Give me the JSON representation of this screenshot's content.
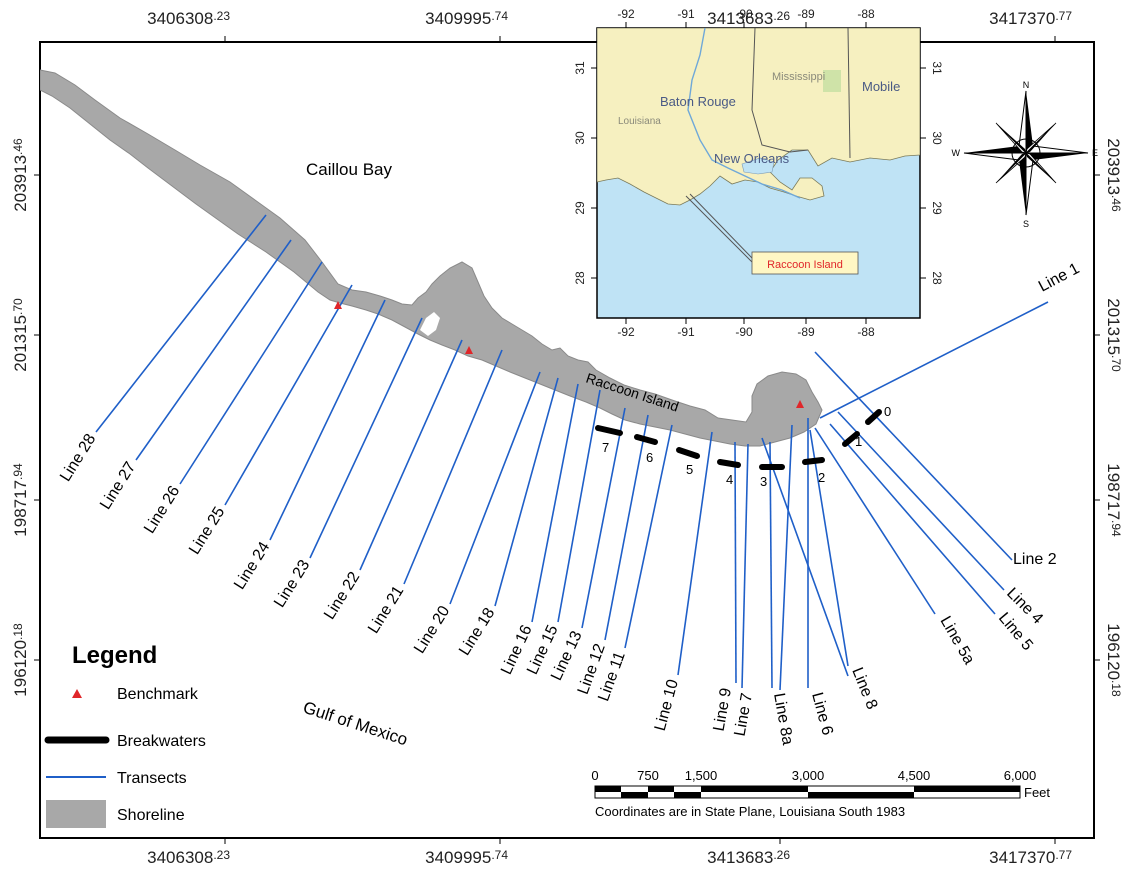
{
  "coords": {
    "top_x": [
      {
        "main": "3406308",
        "sup": ".23"
      },
      {
        "main": "3409995",
        "sup": ".74"
      },
      {
        "main": "3413683",
        "sup": ".26"
      },
      {
        "main": "3417370",
        "sup": ".77"
      }
    ],
    "bottom_x": [
      {
        "main": "3406308",
        "sup": ".23"
      },
      {
        "main": "3409995",
        "sup": ".74"
      },
      {
        "main": "3413683",
        "sup": ".26"
      },
      {
        "main": "3417370",
        "sup": ".77"
      }
    ],
    "left_y": [
      {
        "main": "203913",
        "sup": ".46"
      },
      {
        "main": "201315",
        "sup": ".70"
      },
      {
        "main": "198717",
        "sup": ".94"
      },
      {
        "main": "196120",
        "sup": ".18"
      }
    ],
    "right_y": [
      {
        "main": "203913",
        "sup": ".46"
      },
      {
        "main": "201315",
        "sup": ".70"
      },
      {
        "main": "198717",
        "sup": ".94"
      },
      {
        "main": "196120",
        "sup": ".18"
      }
    ]
  },
  "places": {
    "caillou_bay": "Caillou Bay",
    "gulf": "Gulf of Mexico",
    "island": "Raccoon Island"
  },
  "transects": [
    {
      "label": "Line 28"
    },
    {
      "label": "Line 27"
    },
    {
      "label": "Line 26"
    },
    {
      "label": "Line 25"
    },
    {
      "label": "Line 24"
    },
    {
      "label": "Line 23"
    },
    {
      "label": "Line 22"
    },
    {
      "label": "Line 21"
    },
    {
      "label": "Line 20"
    },
    {
      "label": "Line 18"
    },
    {
      "label": "Line 16"
    },
    {
      "label": "Line 15"
    },
    {
      "label": "Line 13"
    },
    {
      "label": "Line 12"
    },
    {
      "label": "Line 11"
    },
    {
      "label": "Line 10"
    },
    {
      "label": "Line 9"
    },
    {
      "label": "Line 7"
    },
    {
      "label": "Line 8a"
    },
    {
      "label": "Line 6"
    },
    {
      "label": "Line 8"
    },
    {
      "label": "Line 5a"
    },
    {
      "label": "Line 5"
    },
    {
      "label": "Line 4"
    },
    {
      "label": "Line 2"
    },
    {
      "label": "Line 1"
    }
  ],
  "breakwaters": [
    "7",
    "6",
    "5",
    "4",
    "3",
    "2",
    "1",
    "0"
  ],
  "inset": {
    "lon_ticks": [
      "-92",
      "-91",
      "-90",
      "-89",
      "-88"
    ],
    "lat_ticks": [
      "31",
      "30",
      "29",
      "28"
    ],
    "places": {
      "baton_rouge": "Baton Rouge",
      "new_orleans": "New Orleans",
      "mobile": "Mobile",
      "mississippi": "Mississippi",
      "louisiana": "Louisiana",
      "raccoon": "Raccoon Island"
    }
  },
  "compass": {
    "n": "N",
    "s": "S",
    "e": "E",
    "w": "W"
  },
  "legend": {
    "title": "Legend",
    "benchmark": "Benchmark",
    "breakwaters": "Breakwaters",
    "transects": "Transects",
    "shoreline": "Shoreline"
  },
  "scale": {
    "ticks": [
      "0",
      "750",
      "1,500",
      "3,000",
      "4,500",
      "6,000"
    ],
    "unit": "Feet",
    "note": "Coordinates are in State Plane, Louisiana South 1983"
  },
  "colors": {
    "transect": "#1f5fc8",
    "shoreline": "#a8a8a8",
    "benchmark": "#e0262a",
    "water_inset": "#bfe3f5",
    "land_inset": "#f6f0c0"
  }
}
